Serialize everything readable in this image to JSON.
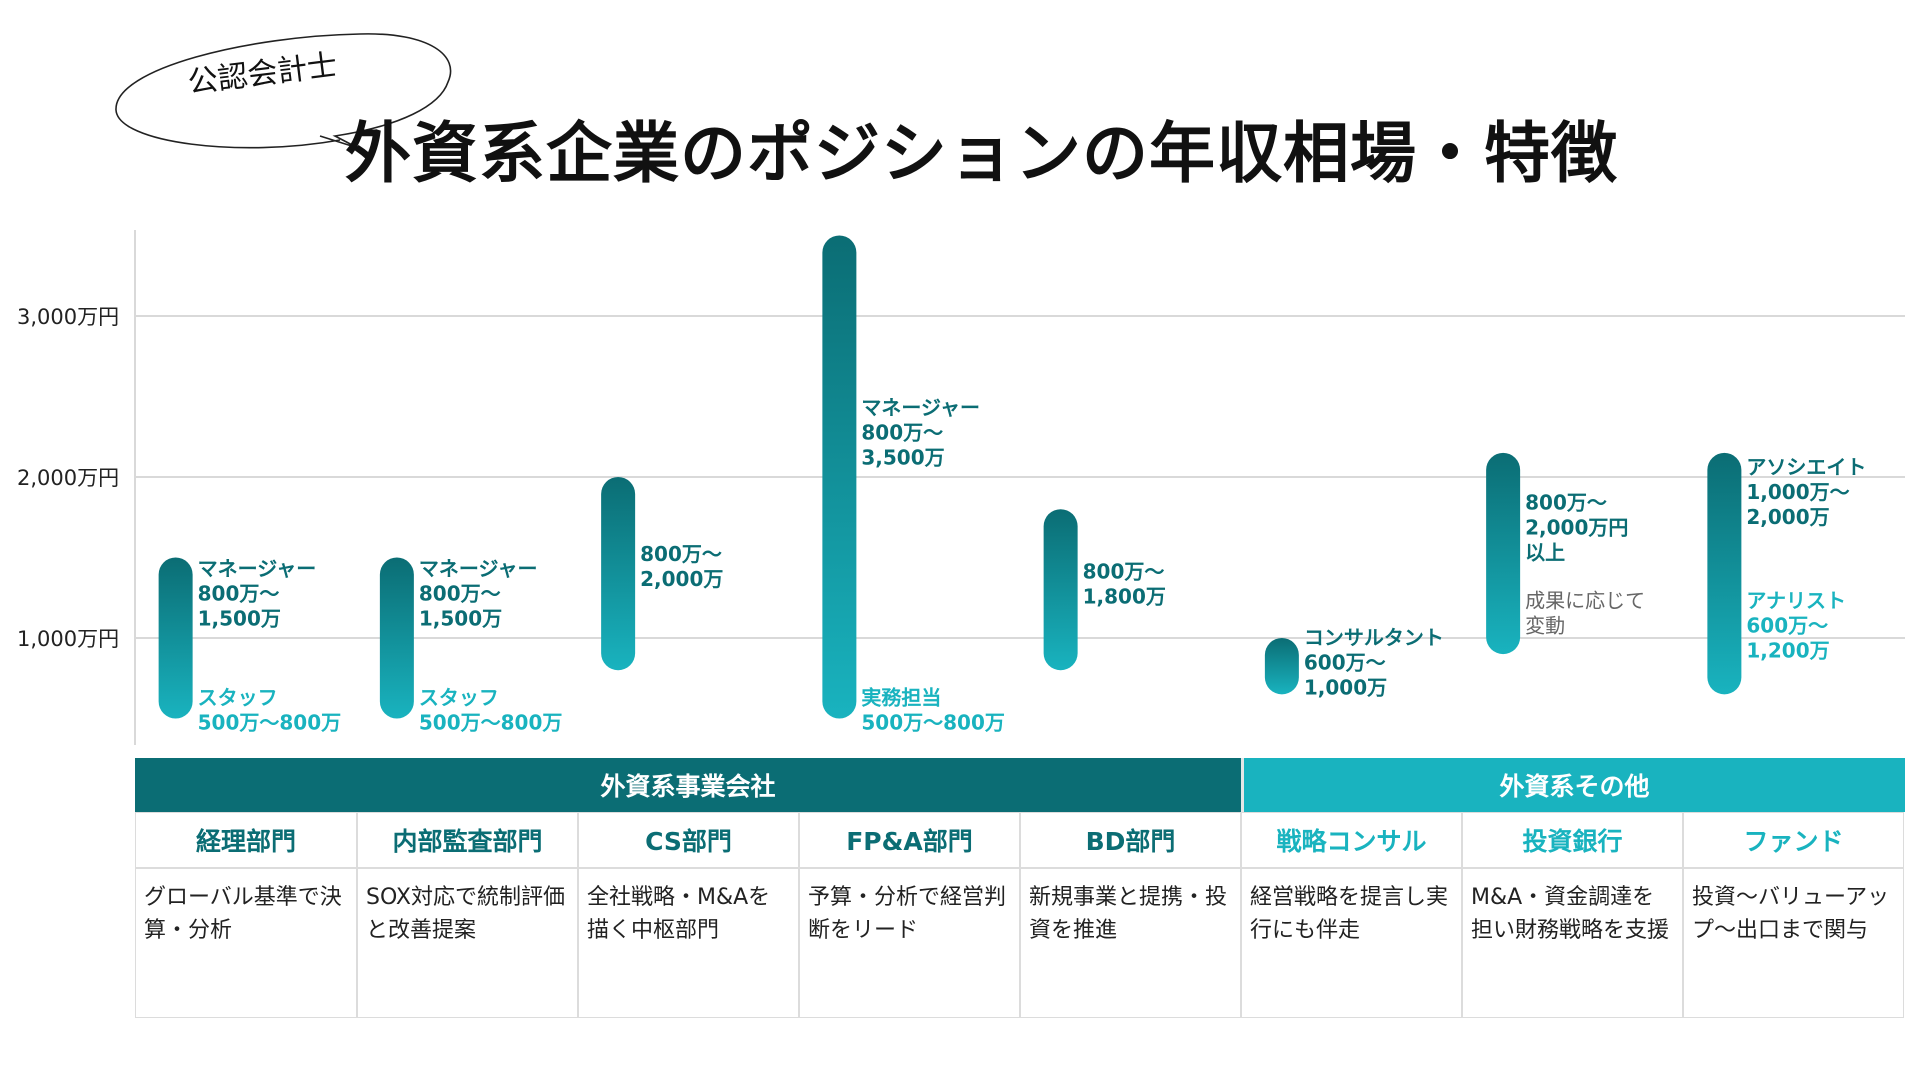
{
  "badge": "公認会計士",
  "title": "外資系企業のポジションの年収相場・特徴",
  "chart_data": {
    "type": "range-bar",
    "yticks": [
      {
        "value": 1000,
        "label": "1,000万円"
      },
      {
        "value": 2000,
        "label": "2,000万円"
      },
      {
        "value": 3000,
        "label": "3,000万円"
      }
    ],
    "ylim": [
      400,
      3500
    ],
    "bars": [
      {
        "low": 500,
        "high": 1500,
        "labels": [
          {
            "lines": [
              "マネージャー",
              "800万～",
              "1,500万"
            ],
            "at": 1500,
            "style": "dark"
          },
          {
            "lines": [
              "スタッフ",
              "500万～800万"
            ],
            "at": 700,
            "style": "light"
          }
        ]
      },
      {
        "low": 500,
        "high": 1500,
        "labels": [
          {
            "lines": [
              "マネージャー",
              "800万～",
              "1,500万"
            ],
            "at": 1500,
            "style": "dark"
          },
          {
            "lines": [
              "スタッフ",
              "500万～800万"
            ],
            "at": 700,
            "style": "light"
          }
        ]
      },
      {
        "low": 800,
        "high": 2000,
        "labels": [
          {
            "lines": [
              "800万～",
              "2,000万"
            ],
            "at": 1590,
            "style": "dark"
          }
        ]
      },
      {
        "low": 500,
        "high": 3500,
        "labels": [
          {
            "lines": [
              "マネージャー",
              "800万～",
              "3,500万"
            ],
            "at": 2500,
            "style": "dark"
          },
          {
            "lines": [
              "実務担当",
              "500万～800万"
            ],
            "at": 700,
            "style": "light"
          }
        ]
      },
      {
        "low": 800,
        "high": 1800,
        "labels": [
          {
            "lines": [
              "800万～",
              "1,800万"
            ],
            "at": 1480,
            "style": "dark"
          }
        ]
      },
      {
        "low": 650,
        "high": 1000,
        "labels": [
          {
            "lines": [
              "コンサルタント",
              "600万～",
              "1,000万"
            ],
            "at": 1070,
            "style": "dark"
          }
        ]
      },
      {
        "low": 900,
        "high": 2150,
        "labels": [
          {
            "lines": [
              "800万～",
              "2,000万円",
              "以上"
            ],
            "at": 1910,
            "style": "dark"
          },
          {
            "lines": [
              "成果に応じて",
              "変動"
            ],
            "at": 1300,
            "style": "note"
          }
        ]
      },
      {
        "low": 650,
        "high": 2150,
        "labels": [
          {
            "lines": [
              "アソシエイト",
              "1,000万～",
              "2,000万"
            ],
            "at": 2130,
            "style": "dark"
          },
          {
            "lines": [
              "アナリスト",
              "600万～",
              "1,200万"
            ],
            "at": 1300,
            "style": "light"
          }
        ]
      }
    ]
  },
  "table": {
    "groups": [
      "外資系事業会社",
      "外資系その他"
    ],
    "columns": [
      {
        "name": "経理部門",
        "desc": "グローバル基準で決算・分析",
        "group": "a"
      },
      {
        "name": "内部監査部門",
        "desc": "SOX対応で統制評価と改善提案",
        "group": "a"
      },
      {
        "name": "CS部門",
        "desc": "全社戦略・M&Aを描く中枢部門",
        "group": "a"
      },
      {
        "name": "FP&A部門",
        "desc": "予算・分析で経営判断をリード",
        "group": "a"
      },
      {
        "name": "BD部門",
        "desc": "新規事業と提携・投資を推進",
        "group": "a"
      },
      {
        "name": "戦略コンサル",
        "desc": "経営戦略を提言し実行にも伴走",
        "group": "b"
      },
      {
        "name": "投資銀行",
        "desc": "M&A・資金調達を担い財務戦略を支援",
        "group": "b"
      },
      {
        "name": "ファンド",
        "desc": "投資～バリューアップ～出口まで関与",
        "group": "b"
      }
    ]
  },
  "colors": {
    "dark": "#0b6d74",
    "light": "#19b3bf",
    "grid": "#d9d9d9",
    "note": "#666666"
  }
}
